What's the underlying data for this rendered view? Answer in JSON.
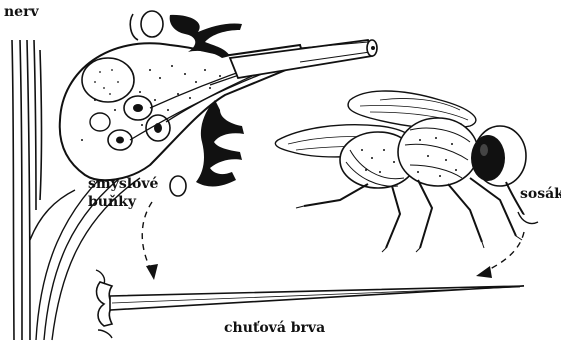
{
  "labels": {
    "nerve": "nerv",
    "sensory_cells_line1": "smyslové",
    "sensory_cells_line2": "buňky",
    "proboscis": "sosák",
    "taste_hair": "chuťová brva"
  },
  "colors": {
    "ink": "#111111",
    "background": "#ffffff"
  }
}
